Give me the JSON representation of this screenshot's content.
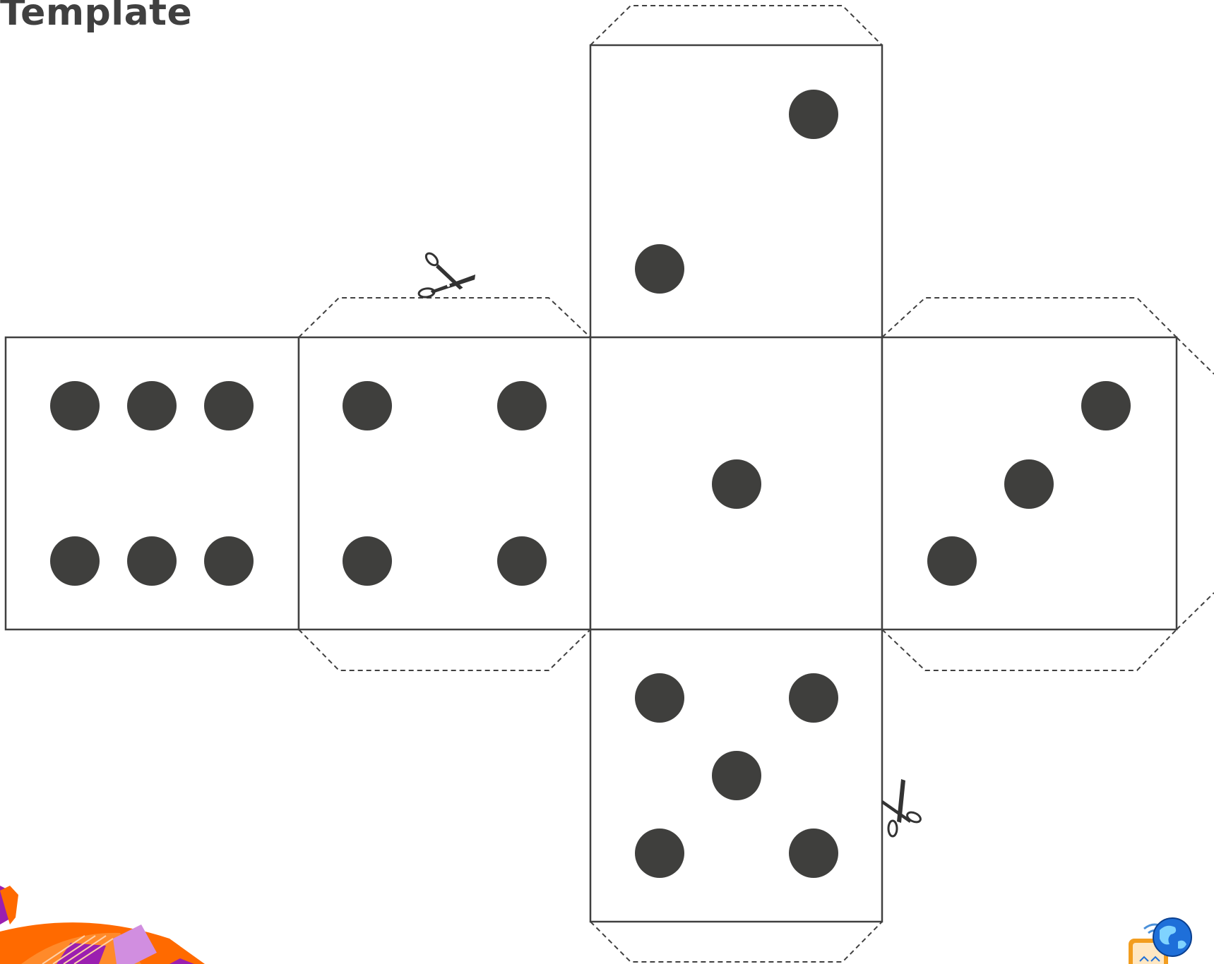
{
  "title": "Template",
  "colors": {
    "pip": "#3f3f3d",
    "outline": "#404040",
    "deco_orange": "#ff6a00",
    "deco_purple": "#9b1fb0",
    "deco_lilac": "#d18ee0",
    "deco_blue": "#1e6fd9",
    "deco_tablet": "#f29d1f"
  },
  "faces": [
    {
      "name": "face-six",
      "pips": 6
    },
    {
      "name": "face-four",
      "pips": 4
    },
    {
      "name": "face-one",
      "pips": 1
    },
    {
      "name": "face-three",
      "pips": 3
    },
    {
      "name": "face-two",
      "pips": 2
    },
    {
      "name": "face-five",
      "pips": 5
    }
  ],
  "icons": [
    "scissors-icon",
    "scissors-icon",
    "corner-decoration",
    "tablet-globe-logo"
  ]
}
